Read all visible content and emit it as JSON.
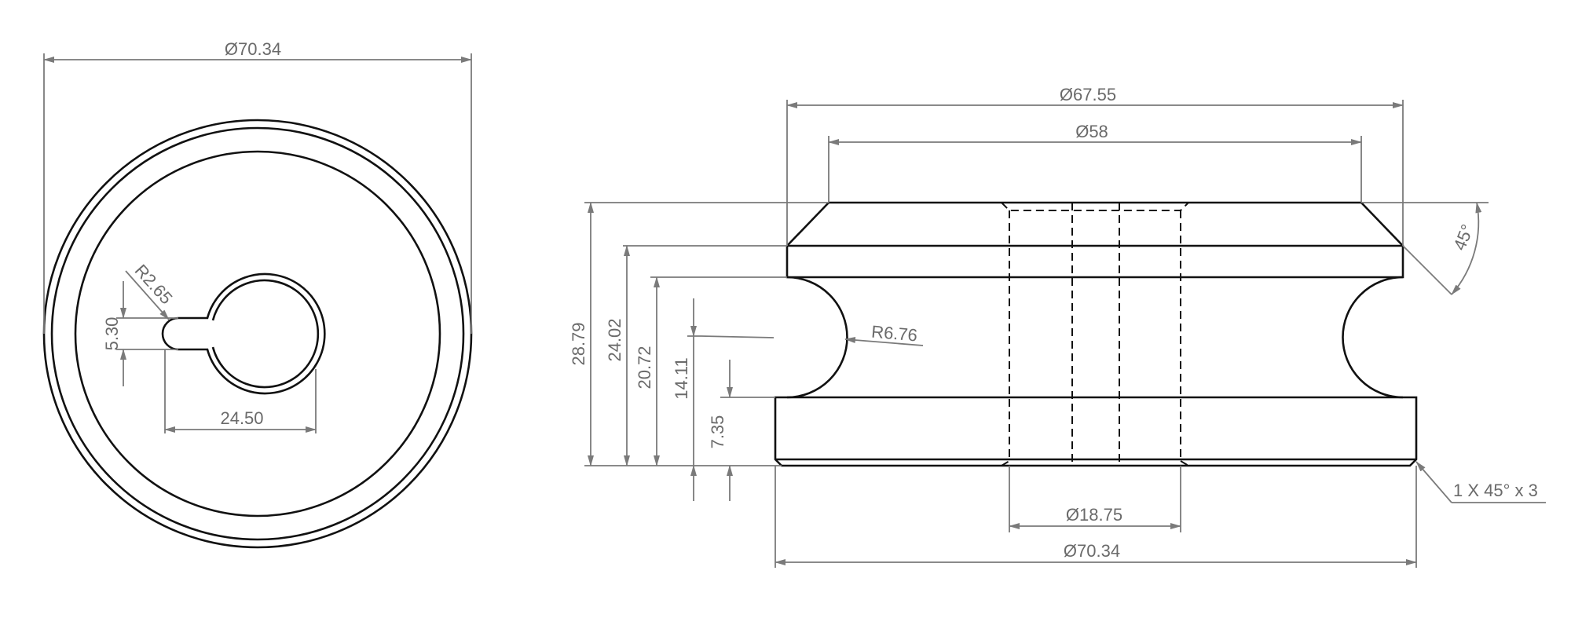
{
  "drawing": {
    "front_view": {
      "outer_diameter": "Ø70.34",
      "keyway_radius": "R2.65",
      "keyway_width": "5.30",
      "keyway_depth": "24.50"
    },
    "side_view": {
      "top_diameter": "Ø67.55",
      "groove_rim_diameter": "Ø58",
      "bore_diameter": "Ø18.75",
      "bottom_diameter": "Ø70.34",
      "groove_radius": "R6.76",
      "chamfer_angle": "45°",
      "chamfer_note": "1 X 45° x 3",
      "height_total": "28.79",
      "height_2": "24.02",
      "height_3": "20.72",
      "height_4": "14.11",
      "height_5": "7.35"
    }
  }
}
